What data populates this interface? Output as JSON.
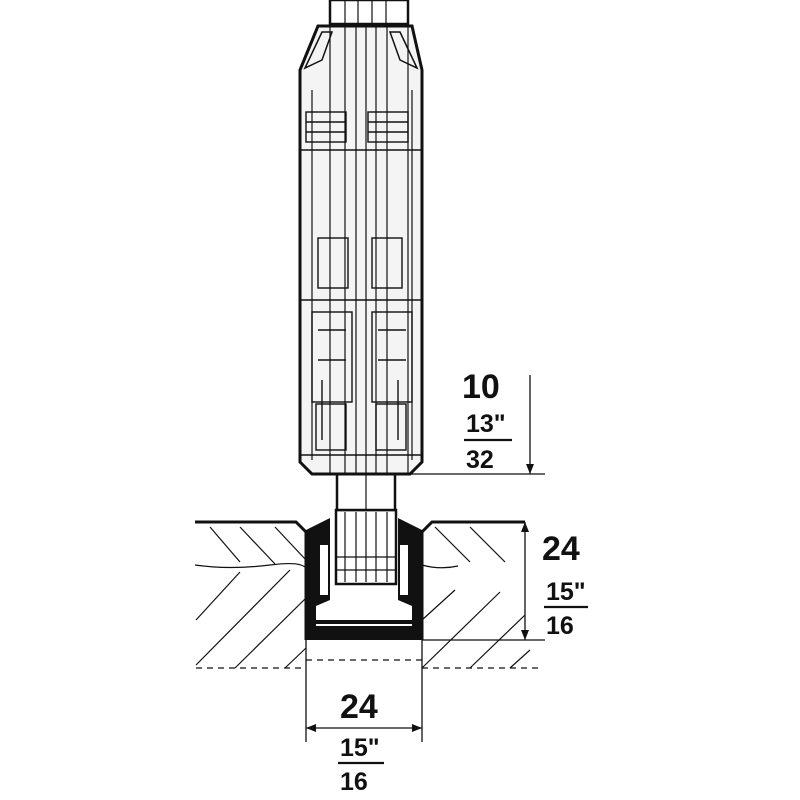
{
  "colors": {
    "ink": "#111111",
    "paper": "#ffffff",
    "body_fill": "#f4f4f4",
    "track_fill": "#111111"
  },
  "dimensions": {
    "gap": {
      "mm": "10",
      "inch_num": "13\"",
      "inch_den": "32"
    },
    "track_depth": {
      "mm": "24",
      "inch_num": "15\"",
      "inch_den": "16"
    },
    "track_width": {
      "mm": "24",
      "inch_num": "15\"",
      "inch_den": "16"
    }
  }
}
